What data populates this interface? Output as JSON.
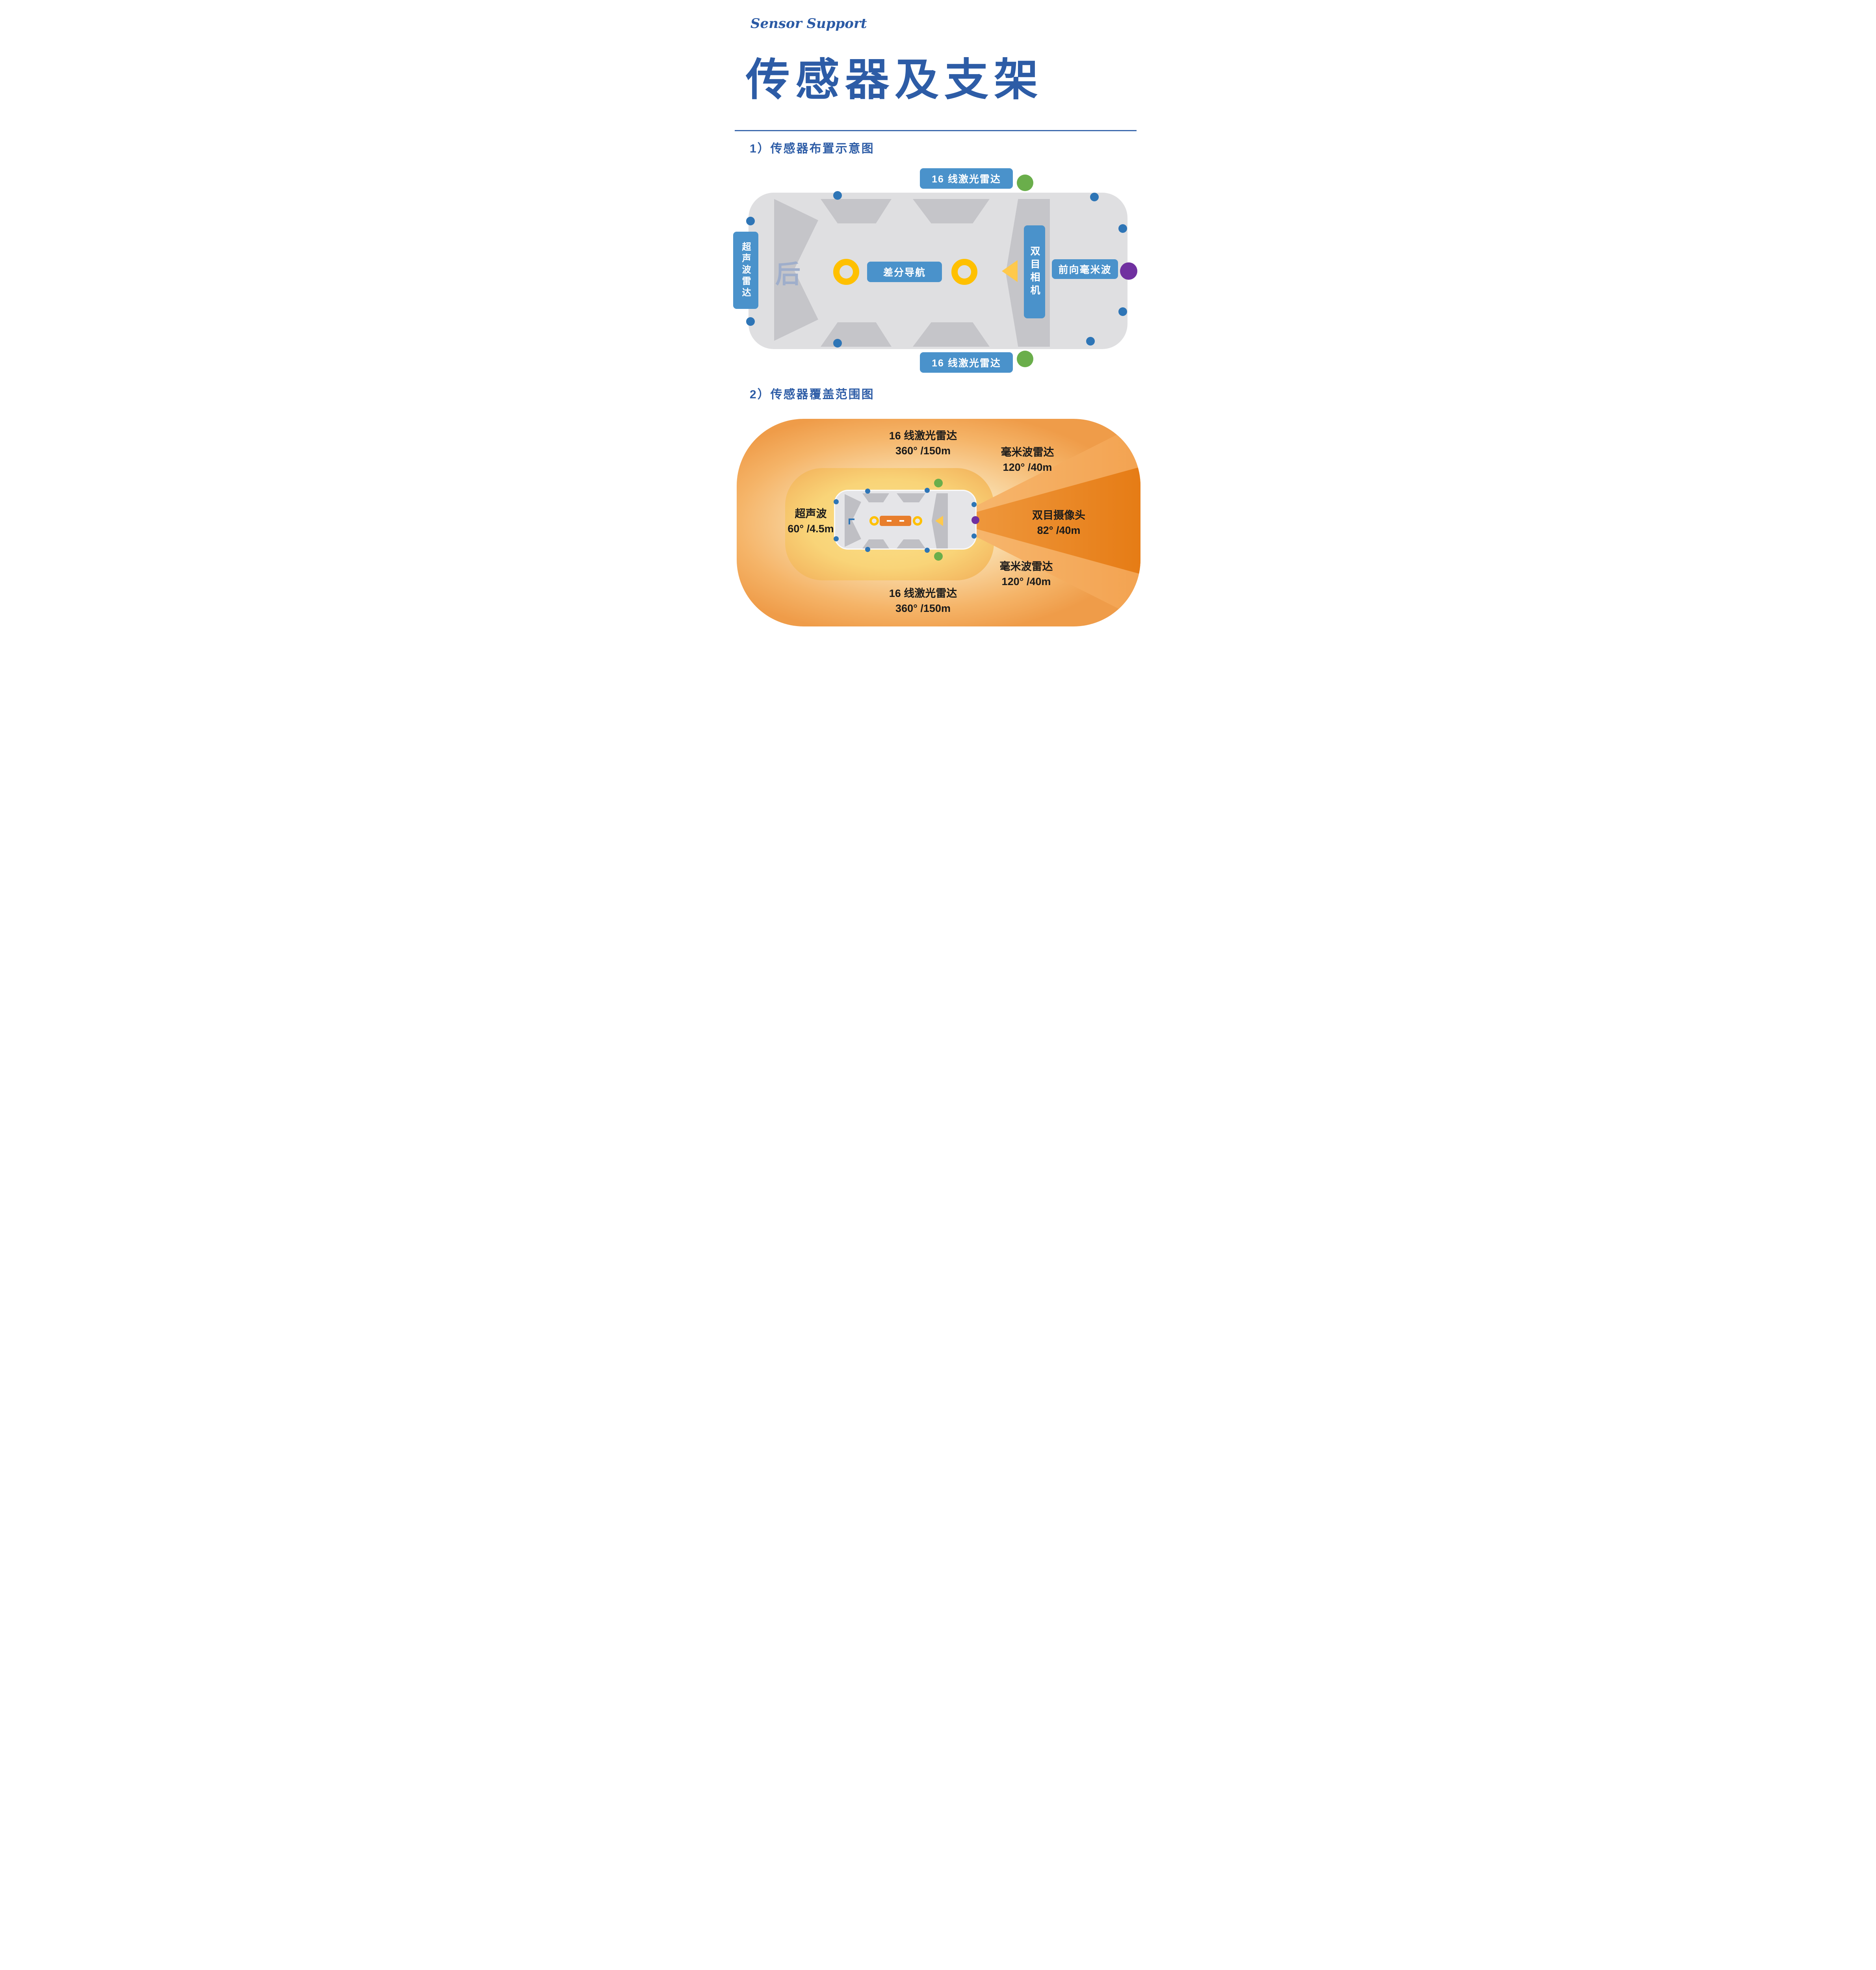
{
  "header": {
    "brand": "Sensor Support",
    "title": "传感器及支架"
  },
  "sections": {
    "layout_heading": "1）传感器布置示意图",
    "coverage_heading": "2）传感器覆盖范围图"
  },
  "layout_diagram": {
    "lidar_top_label": "16 线激光雷达",
    "lidar_bottom_label": "16 线激光雷达",
    "ultrasonic_label": "超声波雷达",
    "rear_marker": "后",
    "gnss_label": "差分导航",
    "stereo_camera_label": "双目相机",
    "front_radar_label": "前向毫米波"
  },
  "coverage_diagram": {
    "lidar_top": {
      "name": "16 线激光雷达",
      "spec": "360° /150m"
    },
    "lidar_bottom": {
      "name": "16 线激光雷达",
      "spec": "360° /150m"
    },
    "mmwave_upper": {
      "name": "毫米波雷达",
      "spec": "120° /40m"
    },
    "mmwave_lower": {
      "name": "毫米波雷达",
      "spec": "120° /40m"
    },
    "stereo_camera": {
      "name": "双目摄像头",
      "spec": "82° /40m"
    },
    "ultrasonic": {
      "name": "超声波",
      "spec": "60° /4.5m"
    }
  },
  "colors": {
    "title_blue": "#2D5CA6",
    "label_blue": "#4A92CB",
    "sensor_dot_blue": "#2E75B6",
    "lidar_dot_green": "#6AAE4B",
    "radar_dot_purple": "#7030A0",
    "antenna_yellow": "#FFC000",
    "fov_yellow": "#FFC94C",
    "coverage_orange": "#EF9C49",
    "coverage_yellow": "#F9D478",
    "cone_orange": "#E67C15"
  }
}
